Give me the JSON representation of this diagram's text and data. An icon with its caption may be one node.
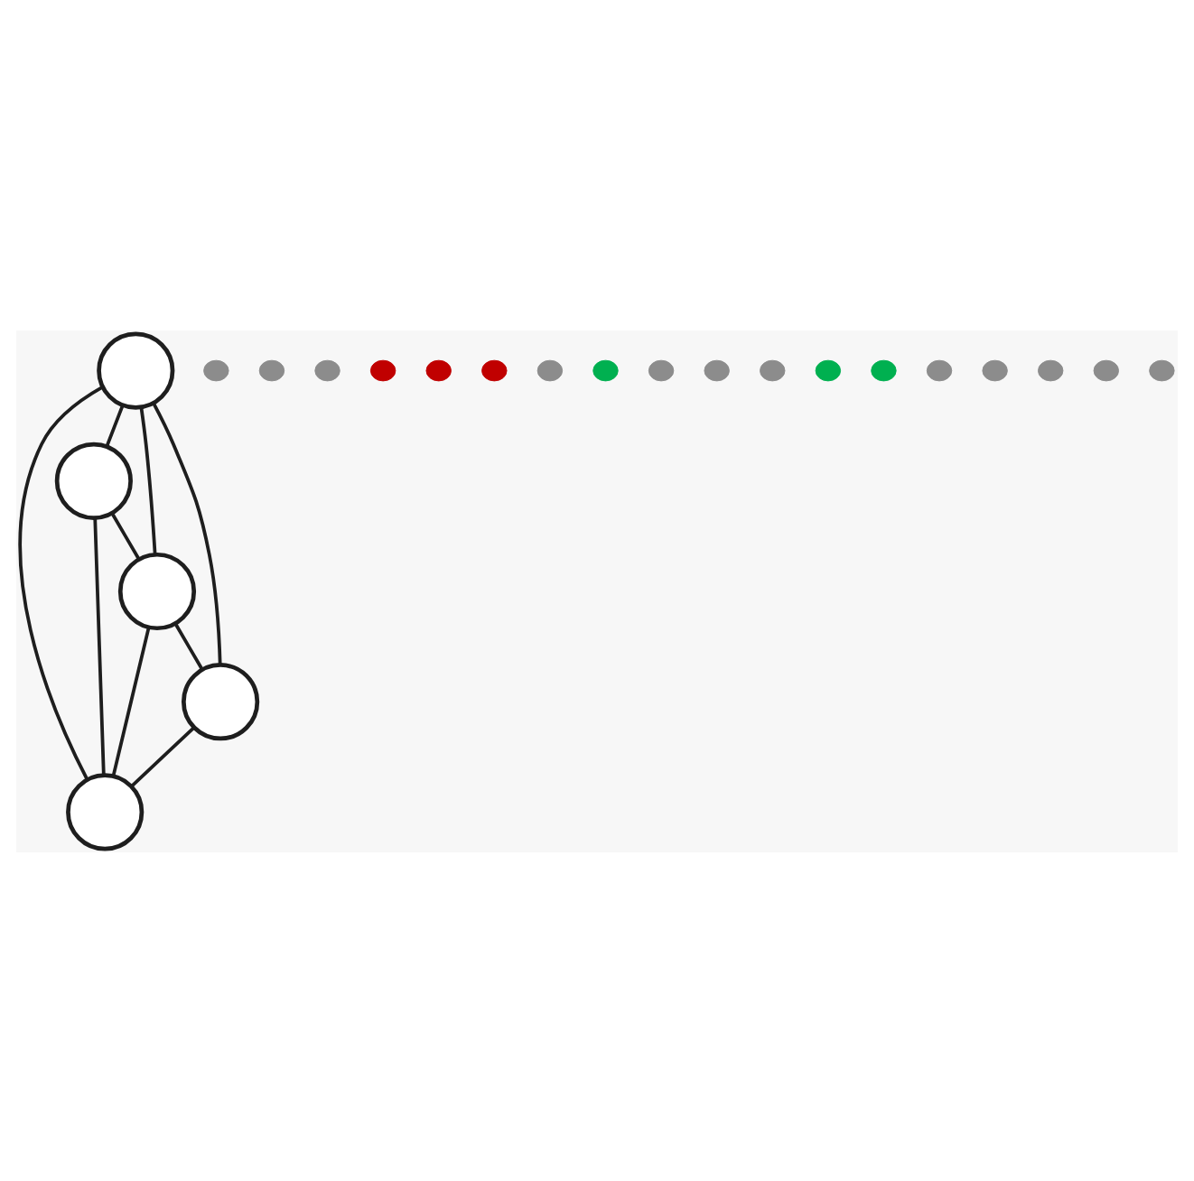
{
  "diagram": {
    "nodes": [
      {
        "text": [],
        "shape": "circle"
      },
      {
        "text": [],
        "shape": "circle"
      },
      {
        "text": [],
        "shape": "circle"
      },
      {
        "text": [],
        "shape": "circle"
      },
      {
        "text": [],
        "shape": "circle"
      },
      {
        "text": [],
        "shape": "dot"
      },
      {
        "text": [],
        "shape": "dot"
      },
      {
        "text": [],
        "shape": "dot"
      },
      {
        "text": [],
        "shape": "dot"
      },
      {
        "text": [],
        "shape": "dot"
      },
      {
        "text": [],
        "shape": "dot"
      },
      {
        "text": [],
        "shape": "dot"
      },
      {
        "text": [],
        "shape": "dot"
      },
      {
        "text": [],
        "shape": "dot"
      },
      {
        "text": [],
        "shape": "dot"
      },
      {
        "text": [],
        "shape": "dot"
      },
      {
        "text": [],
        "shape": "dot"
      },
      {
        "text": [],
        "shape": "dot"
      },
      {
        "text": [],
        "shape": "dot"
      },
      {
        "text": [],
        "shape": "dot"
      },
      {
        "text": [],
        "shape": "dot"
      },
      {
        "text": [],
        "shape": "dot"
      },
      {
        "text": [],
        "shape": "dot"
      }
    ],
    "edges": [
      {
        "from": 0,
        "to": 1,
        "arrow": "none"
      },
      {
        "from": 0,
        "to": 4,
        "arrow": "none"
      },
      {
        "from": 0,
        "to": 2,
        "arrow": "none"
      },
      {
        "from": 1,
        "to": 2,
        "arrow": "none"
      },
      {
        "from": 0,
        "to": 3,
        "arrow": "none"
      },
      {
        "from": 1,
        "to": 4,
        "arrow": "none"
      },
      {
        "from": 2,
        "to": 3,
        "arrow": "none"
      },
      {
        "from": 2,
        "to": 4,
        "arrow": "none"
      },
      {
        "from": 3,
        "to": 4,
        "arrow": "none"
      }
    ]
  }
}
